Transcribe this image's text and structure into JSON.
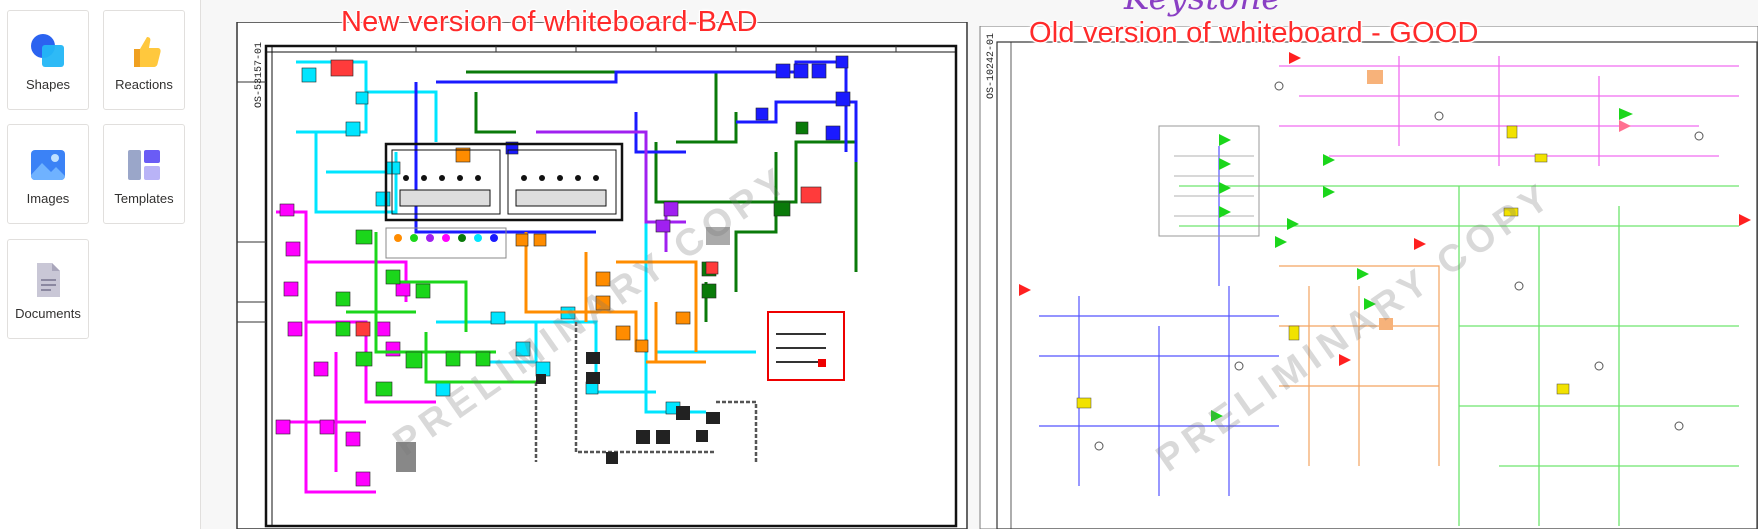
{
  "toolbox": {
    "items": [
      {
        "label": "Shapes",
        "icon": "shapes-icon"
      },
      {
        "label": "Reactions",
        "icon": "thumbs-up-icon"
      },
      {
        "label": "Images",
        "icon": "image-icon"
      },
      {
        "label": "Templates",
        "icon": "templates-icon"
      },
      {
        "label": "Documents",
        "icon": "document-icon"
      }
    ]
  },
  "whiteboard": {
    "left_caption": "New version of whiteboard-BAD",
    "right_caption": "Old version of whiteboard - GOOD",
    "right_heading_partial": "Keystone",
    "left_watermark": "PRELIMINARY COPY",
    "right_watermark": "PRELIMINARY COPY",
    "left_sheet_id": "OS-53157-01",
    "right_sheet_id": "OS-10242-01"
  },
  "colors": {
    "caption": "#ff2a2a",
    "cyan": "#00e5ff",
    "magenta": "#ff00ff",
    "green": "#1bd61b",
    "blue": "#1a1aff",
    "orange": "#ff8c00",
    "dark_green": "#0a7a0a"
  }
}
